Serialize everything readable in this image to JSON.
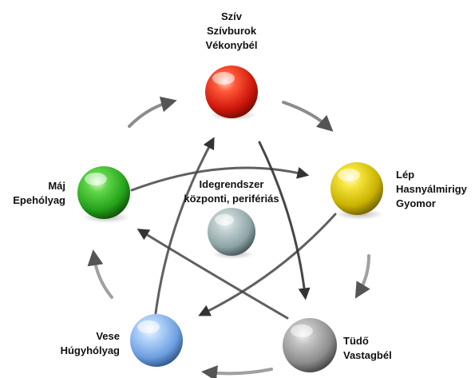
{
  "nodes": {
    "top": {
      "lines": [
        "Szív",
        "Szívburok",
        "Vékonybél"
      ],
      "color": "#e8261c"
    },
    "right": {
      "lines": [
        "Lép",
        "Hasnyálmirigy",
        "Gyomor"
      ],
      "color": "#e3cf12"
    },
    "bottom_right": {
      "lines": [
        "Tüdő",
        "Vastagbél"
      ],
      "color": "#9a9a9a"
    },
    "bottom_left": {
      "lines": [
        "Vese",
        "Húgyhólyag"
      ],
      "color": "#7fb6ef"
    },
    "left": {
      "lines": [
        "Máj",
        "Epehólyag"
      ],
      "color": "#34b82a"
    },
    "center": {
      "lines": [
        "Idegrendszer",
        "központi, perifériás"
      ],
      "color": "#9fb3b5"
    }
  }
}
